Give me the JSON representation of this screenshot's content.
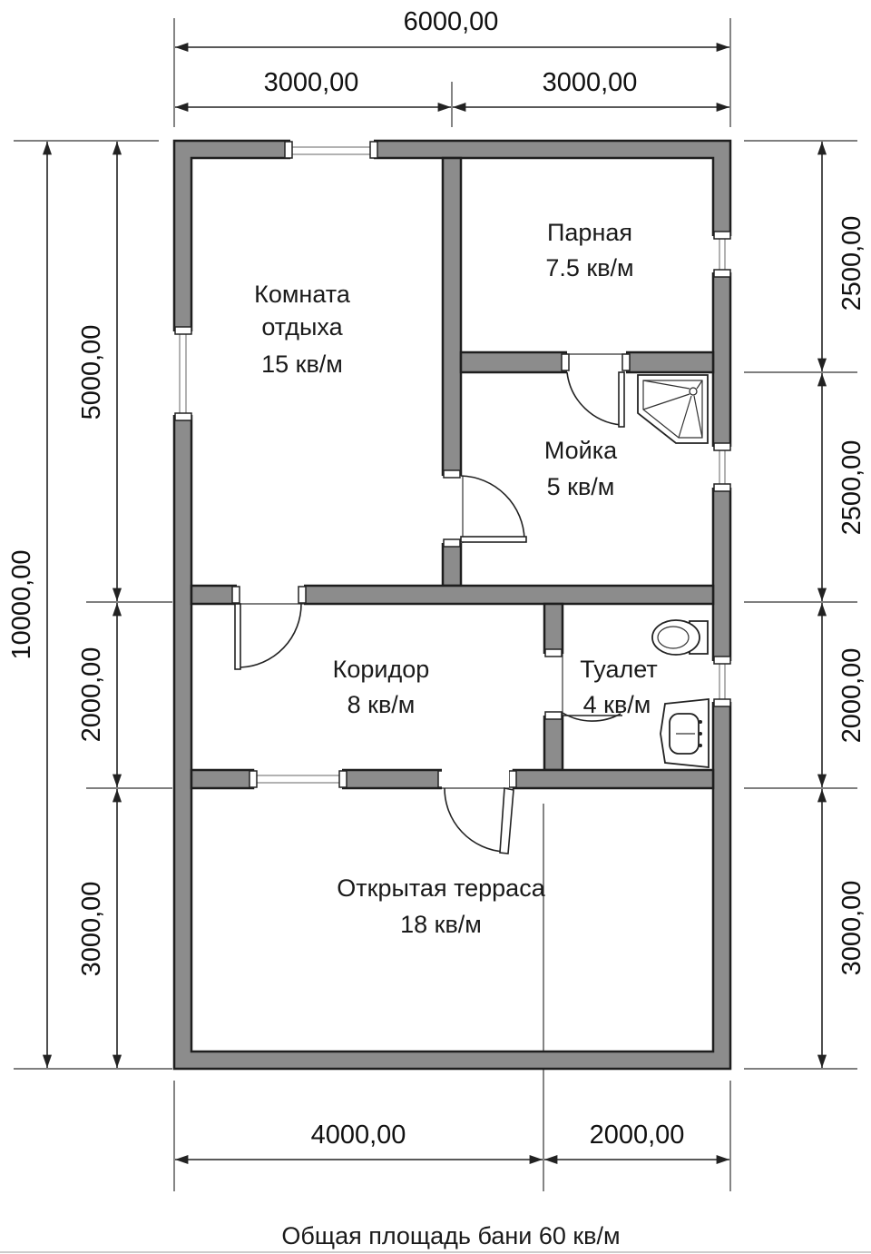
{
  "dimensions": {
    "top_total": "6000,00",
    "top_left": "3000,00",
    "top_right": "3000,00",
    "left_total": "10000,00",
    "left_upper": "5000,00",
    "left_middle": "2000,00",
    "left_lower": "3000,00",
    "right_1": "2500,00",
    "right_2": "2500,00",
    "right_3": "2000,00",
    "right_4": "3000,00",
    "bottom_left": "4000,00",
    "bottom_right": "2000,00"
  },
  "rooms": {
    "rest_room": {
      "line1": "Комната",
      "line2": "отдыха",
      "area": "15 кв/м"
    },
    "steam_room": {
      "name": "Парная",
      "area": "7.5 кв/м"
    },
    "washroom": {
      "name": "Мойка",
      "area": "5 кв/м"
    },
    "corridor": {
      "name": "Коридор",
      "area": "8 кв/м"
    },
    "toilet": {
      "name": "Туалет",
      "area": "4 кв/м"
    },
    "terrace": {
      "name": "Открытая терраса",
      "area": "18 кв/м"
    }
  },
  "caption": "Общая площадь бани 60 кв/м"
}
